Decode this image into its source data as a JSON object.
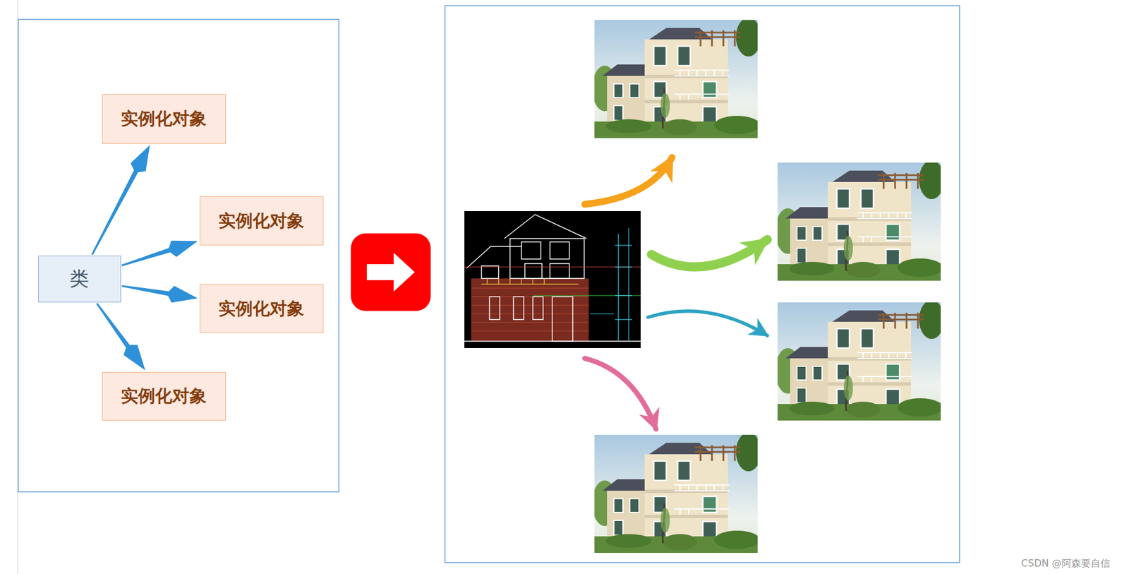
{
  "diagram": {
    "nodes": [
      {
        "text": [
          "类"
        ]
      },
      {
        "text": [
          "实例化对象"
        ]
      },
      {
        "text": [
          "实例化对象"
        ]
      },
      {
        "text": [
          "实例化对象"
        ]
      },
      {
        "text": [
          "实例化对象"
        ]
      }
    ],
    "edges": [
      {
        "from": 0,
        "to": 1,
        "arrow": "to"
      },
      {
        "from": 0,
        "to": 2,
        "arrow": "to"
      },
      {
        "from": 0,
        "to": 3,
        "arrow": "to"
      },
      {
        "from": 0,
        "to": 4,
        "arrow": "to"
      }
    ],
    "labels": [
      "CSDN @阿森要自信"
    ]
  }
}
